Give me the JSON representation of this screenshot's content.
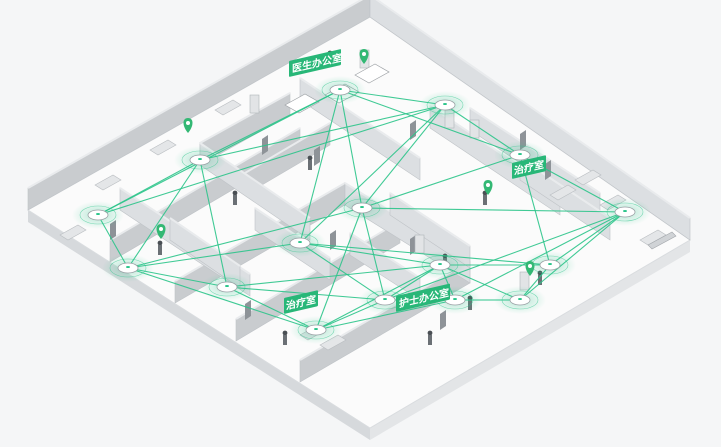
{
  "colors": {
    "background": "#f5f6f7",
    "floor": "#fbfbfb",
    "wall_top": "#eceeef",
    "wall_left": "#c9cccf",
    "wall_right": "#dcdfe2",
    "mesh_link": "#2bc48a",
    "label_fill": "#28b778",
    "label_text": "#ffffff",
    "pin": "#33b874"
  },
  "zone_labels": [
    {
      "id": "doctor-office",
      "text": "医生办公室"
    },
    {
      "id": "treatment-room-right",
      "text": "治疗室"
    },
    {
      "id": "treatment-room-left",
      "text": "治疗室"
    },
    {
      "id": "nurse-office",
      "text": "护士办公室"
    }
  ],
  "access_points": [
    {
      "id": "ap-1"
    },
    {
      "id": "ap-2"
    },
    {
      "id": "ap-3"
    },
    {
      "id": "ap-4"
    },
    {
      "id": "ap-5"
    },
    {
      "id": "ap-6"
    },
    {
      "id": "ap-7"
    },
    {
      "id": "ap-8"
    },
    {
      "id": "ap-9"
    },
    {
      "id": "ap-10"
    },
    {
      "id": "ap-11"
    },
    {
      "id": "ap-12"
    },
    {
      "id": "ap-13"
    },
    {
      "id": "ap-14"
    },
    {
      "id": "ap-15"
    },
    {
      "id": "ap-16"
    }
  ],
  "links": [
    [
      "ap-1",
      "ap-2"
    ],
    [
      "ap-1",
      "ap-3"
    ],
    [
      "ap-1",
      "ap-4"
    ],
    [
      "ap-1",
      "ap-5"
    ],
    [
      "ap-1",
      "ap-6"
    ],
    [
      "ap-2",
      "ap-3"
    ],
    [
      "ap-2",
      "ap-6"
    ],
    [
      "ap-2",
      "ap-5"
    ],
    [
      "ap-3",
      "ap-4"
    ],
    [
      "ap-3",
      "ap-7"
    ],
    [
      "ap-3",
      "ap-8"
    ],
    [
      "ap-3",
      "ap-9"
    ],
    [
      "ap-4",
      "ap-9"
    ],
    [
      "ap-4",
      "ap-10"
    ],
    [
      "ap-4",
      "ap-12"
    ],
    [
      "ap-5",
      "ap-6"
    ],
    [
      "ap-5",
      "ap-7"
    ],
    [
      "ap-5",
      "ap-8"
    ],
    [
      "ap-5",
      "ap-11"
    ],
    [
      "ap-6",
      "ap-8"
    ],
    [
      "ap-6",
      "ap-11"
    ],
    [
      "ap-6",
      "ap-7"
    ],
    [
      "ap-7",
      "ap-10"
    ],
    [
      "ap-7",
      "ap-12"
    ],
    [
      "ap-7",
      "ap-13"
    ],
    [
      "ap-8",
      "ap-9"
    ],
    [
      "ap-8",
      "ap-10"
    ],
    [
      "ap-8",
      "ap-11"
    ],
    [
      "ap-8",
      "ap-14"
    ],
    [
      "ap-9",
      "ap-10"
    ],
    [
      "ap-9",
      "ap-12"
    ],
    [
      "ap-9",
      "ap-15"
    ],
    [
      "ap-10",
      "ap-12"
    ],
    [
      "ap-10",
      "ap-14"
    ],
    [
      "ap-10",
      "ap-15"
    ],
    [
      "ap-10",
      "ap-16"
    ],
    [
      "ap-11",
      "ap-14"
    ],
    [
      "ap-11",
      "ap-13"
    ],
    [
      "ap-12",
      "ap-13"
    ],
    [
      "ap-12",
      "ap-15"
    ],
    [
      "ap-12",
      "ap-16"
    ],
    [
      "ap-13",
      "ap-16"
    ],
    [
      "ap-13",
      "ap-14"
    ],
    [
      "ap-14",
      "ap-15"
    ],
    [
      "ap-15",
      "ap-16"
    ],
    [
      "ap-14",
      "ap-16"
    ]
  ],
  "location_pins": [
    {
      "id": "pin-1"
    },
    {
      "id": "pin-2"
    },
    {
      "id": "pin-3"
    },
    {
      "id": "pin-4"
    },
    {
      "id": "pin-5"
    }
  ]
}
